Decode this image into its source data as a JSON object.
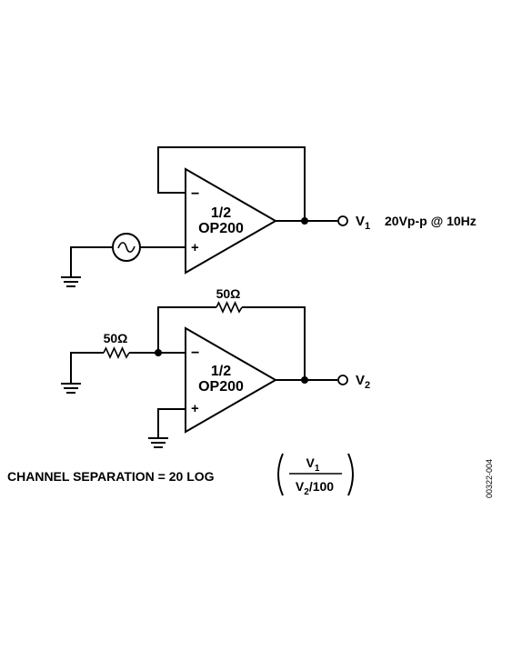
{
  "amp1": {
    "line1": "1/2",
    "line2": "OP200",
    "minus": "−",
    "plus": "+"
  },
  "amp2": {
    "line1": "1/2",
    "line2": "OP200",
    "minus": "−",
    "plus": "+"
  },
  "v1": {
    "name": "V",
    "sub": "1",
    "spec": "20Vp-p @ 10Hz"
  },
  "v2": {
    "name": "V",
    "sub": "2"
  },
  "resistor_feedback": "50Ω",
  "resistor_input": "50Ω",
  "formula": {
    "lhs": "CHANNEL SEPARATION = 20 LOG",
    "num_name": "V",
    "num_sub": "1",
    "den_name": "V",
    "den_sub": "2",
    "den_tail": "/100"
  },
  "figure_code": "00322-004"
}
